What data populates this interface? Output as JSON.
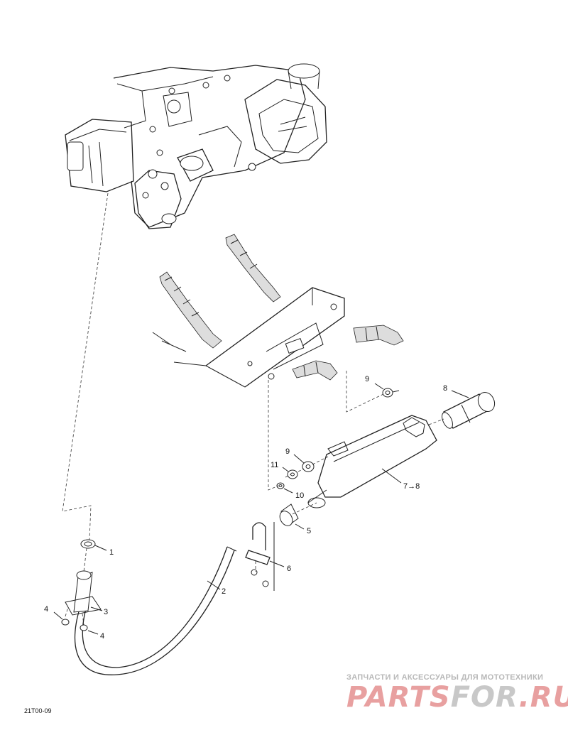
{
  "diagram": {
    "drawing_code": "21T00-09",
    "callouts": [
      {
        "id": "c1",
        "text": "1"
      },
      {
        "id": "c2",
        "text": "2"
      },
      {
        "id": "c3",
        "text": "3"
      },
      {
        "id": "c4a",
        "text": "4"
      },
      {
        "id": "c4b",
        "text": "4"
      },
      {
        "id": "c5",
        "text": "5"
      },
      {
        "id": "c6",
        "text": "6"
      },
      {
        "id": "c78",
        "text": "7→8"
      },
      {
        "id": "c8",
        "text": "8"
      },
      {
        "id": "c9a",
        "text": "9"
      },
      {
        "id": "c9b",
        "text": "9"
      },
      {
        "id": "c10",
        "text": "10"
      },
      {
        "id": "c11",
        "text": "11"
      }
    ]
  },
  "watermark": {
    "tagline": "ЗАПЧАСТИ И АКСЕССУАРЫ ДЛЯ МОТОТЕХНИКИ",
    "logo_part1": "PARTS",
    "logo_part2": "FOR",
    "logo_part3": ".RU",
    "color_main": "#e8a0a0",
    "color_accent": "#c8c8c8"
  }
}
